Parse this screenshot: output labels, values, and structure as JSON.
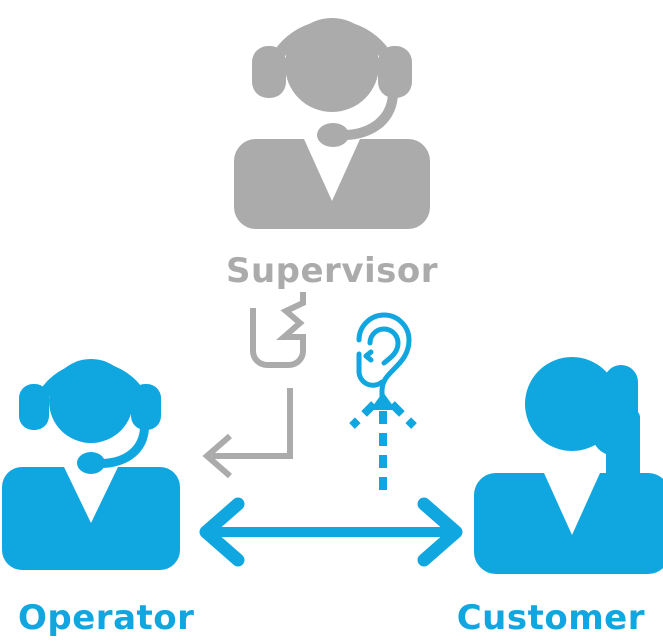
{
  "diagram": {
    "title": "Call center supervisor monitoring diagram",
    "colors": {
      "gray": "#ababab",
      "blue": "#10a6e0",
      "background": "#ffffff"
    },
    "nodes": [
      {
        "id": "supervisor",
        "label": "Supervisor",
        "icon": "headset-person-icon",
        "color": "#ababab",
        "label_color": "#ababab"
      },
      {
        "id": "operator",
        "label": "Operator",
        "icon": "headset-person-icon",
        "color": "#10a6e0",
        "label_color": "#10a6e0"
      },
      {
        "id": "customer",
        "label": "Customer",
        "icon": "person-on-phone-icon",
        "color": "#10a6e0",
        "label_color": "#10a6e0"
      }
    ],
    "action_icons": [
      {
        "id": "whisper",
        "icon": "speaking-mouth-icon",
        "color": "#ababab"
      },
      {
        "id": "listen",
        "icon": "ear-icon",
        "color": "#10a6e0"
      }
    ],
    "connectors": [
      {
        "id": "supervisor-to-operator",
        "icon": "elbow-arrow-left-icon",
        "color": "#ababab",
        "style": "solid",
        "direction": "supervisor-to-operator"
      },
      {
        "id": "conversation-to-supervisor",
        "icon": "dashed-arrow-up-icon",
        "color": "#10a6e0",
        "style": "dashed",
        "direction": "conversation-to-supervisor"
      },
      {
        "id": "operator-customer",
        "icon": "double-headed-arrow-icon",
        "color": "#10a6e0",
        "style": "solid",
        "direction": "bidirectional"
      }
    ]
  }
}
